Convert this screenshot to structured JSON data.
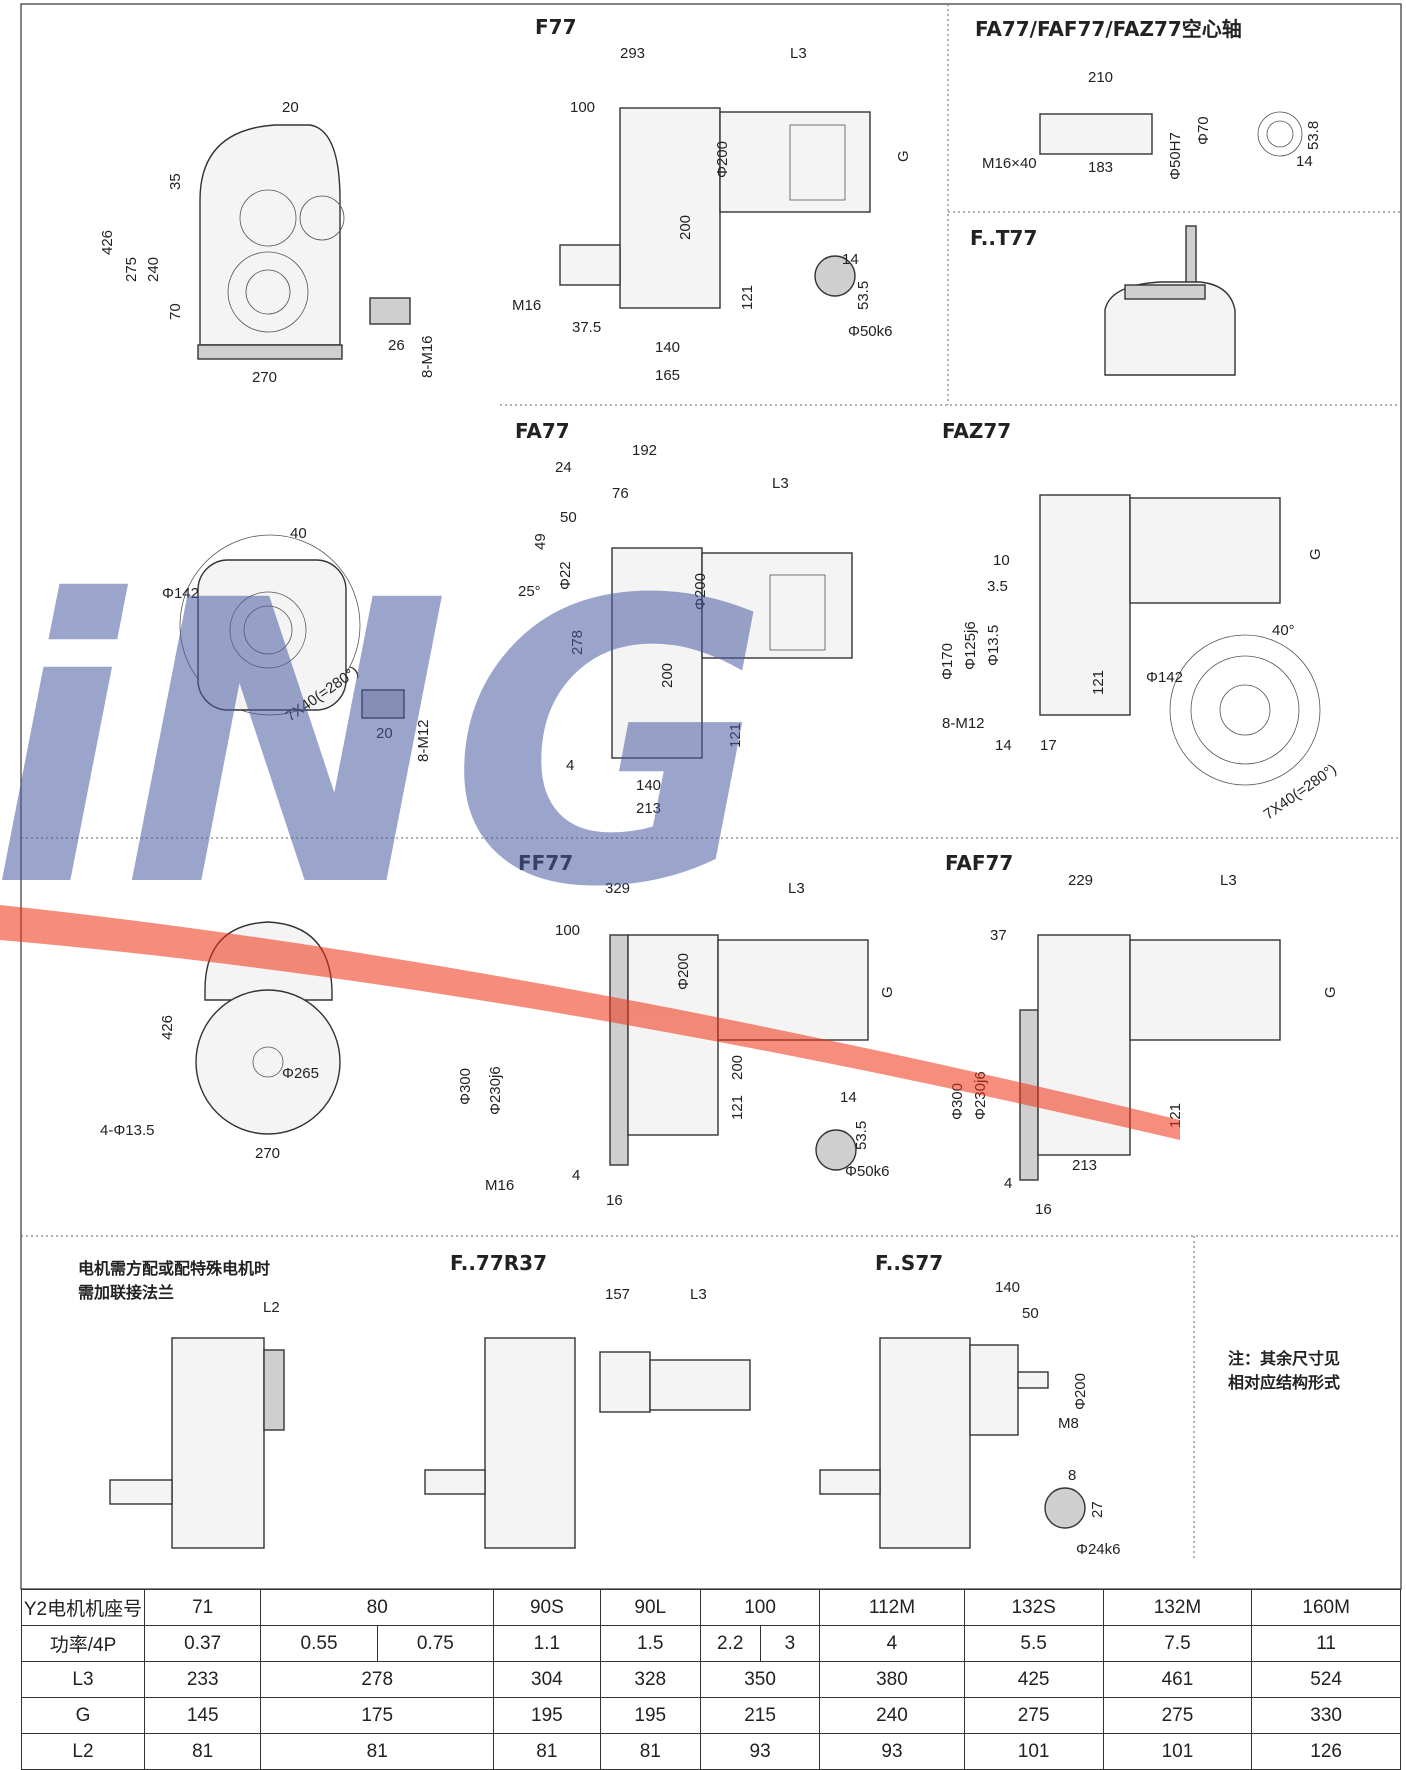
{
  "views": {
    "front": {
      "dims": [
        "20",
        "35",
        "426",
        "275",
        "240",
        "70",
        "270",
        "26",
        "8-M16"
      ]
    },
    "f77": {
      "title": "F77",
      "dims": [
        "293",
        "L3",
        "100",
        "Φ200",
        "G",
        "200",
        "M16",
        "121",
        "37.5",
        "140",
        "165",
        "14",
        "53.5",
        "Φ50k6"
      ]
    },
    "fa77_hollow": {
      "title": "FA77/FAF77/FAZ77空心轴",
      "dims": [
        "210",
        "M16×40",
        "183",
        "Φ50H7",
        "Φ70",
        "53.8",
        "14"
      ]
    },
    "ft77": {
      "title": "F..T77"
    },
    "flange_face": {
      "dims": [
        "40",
        "Φ142",
        "7X40(=280°)",
        "20",
        "8-M12"
      ]
    },
    "fa77": {
      "title": "FA77",
      "dims": [
        "192",
        "24",
        "76",
        "L3",
        "50",
        "49",
        "Φ22",
        "25°",
        "278",
        "Φ200",
        "200",
        "121",
        "4",
        "140",
        "213"
      ]
    },
    "faz77": {
      "title": "FAZ77",
      "dims": [
        "G",
        "10",
        "3.5",
        "Φ170",
        "Φ125j6",
        "Φ13.5",
        "121",
        "8-M12",
        "14",
        "17",
        "40°",
        "Φ142",
        "7X40(=280°)"
      ]
    },
    "ff_front": {
      "dims": [
        "426",
        "Φ265",
        "4-Φ13.5",
        "270"
      ]
    },
    "ff77": {
      "title": "FF77",
      "dims": [
        "329",
        "L3",
        "100",
        "Φ200",
        "G",
        "200",
        "Φ300",
        "Φ230j6",
        "121",
        "M16",
        "4",
        "16",
        "14",
        "53.5",
        "Φ50k6"
      ]
    },
    "faf77": {
      "title": "FAF77",
      "dims": [
        "229",
        "L3",
        "37",
        "G",
        "Φ300",
        "Φ230j6",
        "121",
        "213",
        "4",
        "16"
      ]
    },
    "adapter_note": {
      "lines": [
        "电机需方配或配特殊电机时",
        "需加联接法兰"
      ],
      "dims": [
        "L2"
      ]
    },
    "f77r37": {
      "title": "F..77R37",
      "dims": [
        "157",
        "L3"
      ]
    },
    "fs77": {
      "title": "F..S77",
      "dims": [
        "140",
        "50",
        "Φ200",
        "M8",
        "8",
        "27",
        "Φ24k6"
      ]
    },
    "remark": {
      "lines": [
        "注：其余尺寸见",
        "相对应结构形式"
      ]
    }
  },
  "watermark": "iNG",
  "colors": {
    "watermark_blue": "#4a5aa0",
    "watermark_red": "#f03010"
  },
  "table": {
    "rows": [
      {
        "head": "Y2电机机座号",
        "cells": [
          "71",
          "80",
          "90S",
          "90L",
          "100",
          "112M",
          "132S",
          "132M",
          "160M"
        ]
      },
      {
        "head": "功率/4P",
        "cells": [
          "0.37",
          [
            "0.55",
            "0.75"
          ],
          "1.1",
          "1.5",
          [
            "2.2",
            "3"
          ],
          "4",
          "5.5",
          "7.5",
          "11"
        ]
      },
      {
        "head": "L3",
        "cells": [
          "233",
          "278",
          "304",
          "328",
          "350",
          "380",
          "425",
          "461",
          "524"
        ]
      },
      {
        "head": "G",
        "cells": [
          "145",
          "175",
          "195",
          "195",
          "215",
          "240",
          "275",
          "275",
          "330"
        ]
      },
      {
        "head": "L2",
        "cells": [
          "81",
          "81",
          "81",
          "81",
          "93",
          "93",
          "101",
          "101",
          "126"
        ]
      }
    ]
  }
}
